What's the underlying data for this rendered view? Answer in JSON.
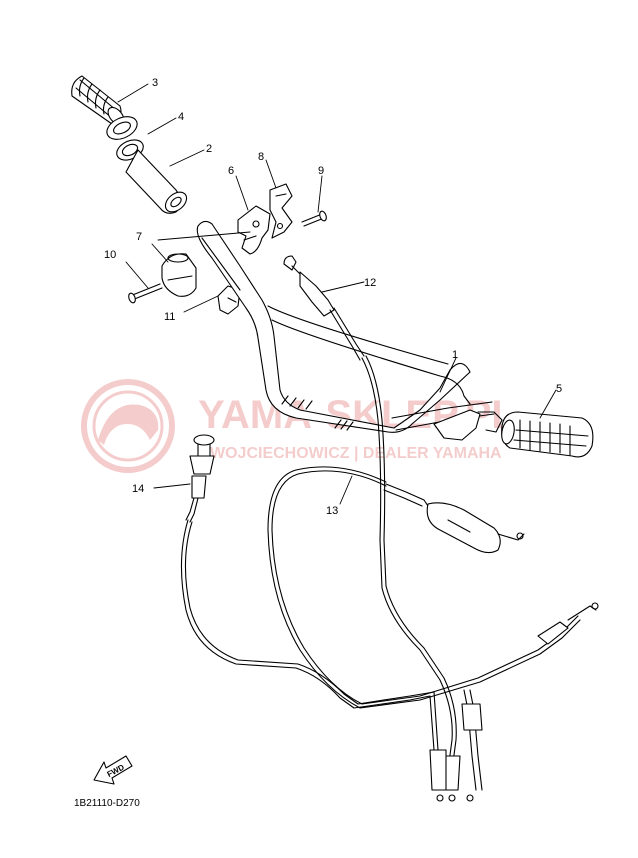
{
  "diagram": {
    "diagram_code": "1B21110-D270",
    "fwd_label": "FWD",
    "watermark": {
      "brand": "YAMA-SKLEP.PL",
      "sub": "WOJCIECHOWICZ | DEALER YAMAHA",
      "color": "#e07070"
    },
    "callouts": [
      {
        "id": "c1",
        "label": "1"
      },
      {
        "id": "c2",
        "label": "2"
      },
      {
        "id": "c3",
        "label": "3"
      },
      {
        "id": "c4",
        "label": "4"
      },
      {
        "id": "c5",
        "label": "5"
      },
      {
        "id": "c6",
        "label": "6"
      },
      {
        "id": "c7",
        "label": "7"
      },
      {
        "id": "c8",
        "label": "8"
      },
      {
        "id": "c9",
        "label": "9"
      },
      {
        "id": "c10",
        "label": "10"
      },
      {
        "id": "c11",
        "label": "11"
      },
      {
        "id": "c12",
        "label": "12"
      },
      {
        "id": "c13",
        "label": "13"
      },
      {
        "id": "c14",
        "label": "14"
      }
    ]
  }
}
